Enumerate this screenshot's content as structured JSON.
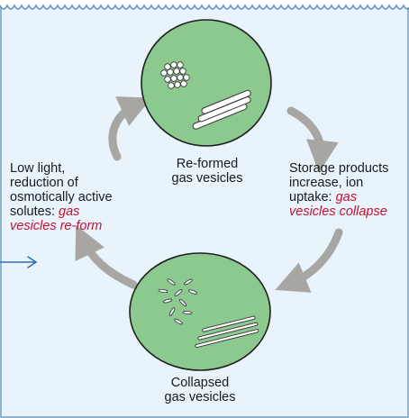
{
  "colors": {
    "background": "#e8f3fb",
    "cell_fill": "#8cc98e",
    "cell_stroke": "#1f1f1f",
    "arrow": "#a8a6a3",
    "highlight_text": "#c8102e",
    "pointer_arrow": "#2f6fb5",
    "border": "#8fb4d3"
  },
  "top_cell": {
    "label_line1": "Re-formed",
    "label_line2": "gas vesicles"
  },
  "bottom_cell": {
    "label_line1": "Collapsed",
    "label_line2": "gas vesicles"
  },
  "left_text": {
    "line1": "Low light,",
    "line2": "reduction of",
    "line3": "osmotically active",
    "line4_plain": "solutes: ",
    "line4_em": "gas",
    "line5_em": "vesicles re-form"
  },
  "right_text": {
    "line1": "Storage products",
    "line2": "increase, ion",
    "line3_plain": "uptake: ",
    "line3_em": "gas",
    "line4_em": "vesicles collapse"
  },
  "icons": [
    "cycle-arrow-icon",
    "pointer-arrow-icon"
  ]
}
